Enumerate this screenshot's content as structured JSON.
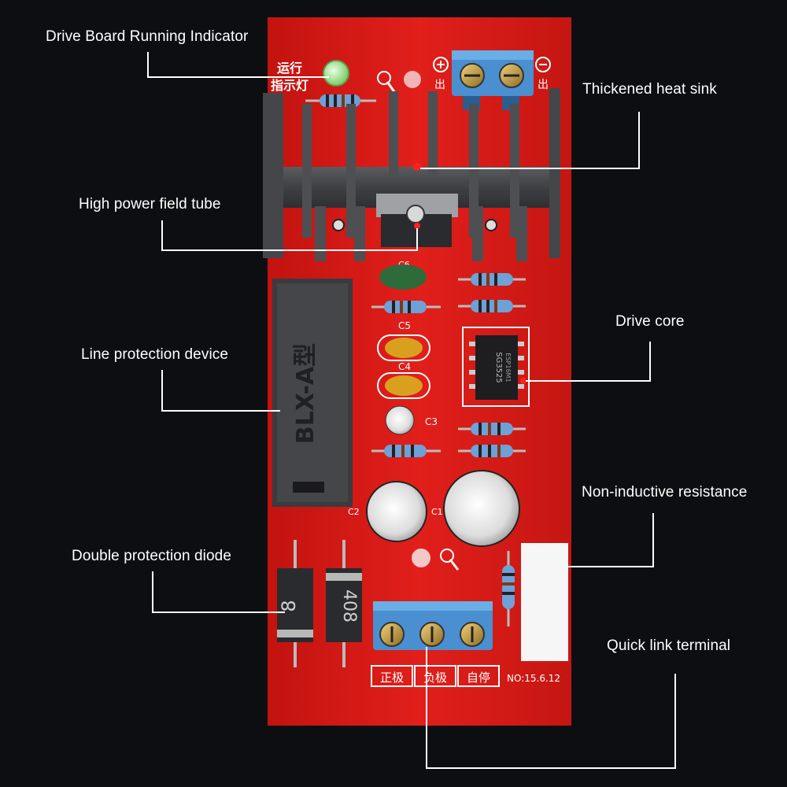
{
  "labels": {
    "drive_indicator": "Drive Board Running Indicator",
    "heat_sink": "Thickened heat sink",
    "field_tube": "High power field tube",
    "drive_core": "Drive core",
    "line_protection": "Line protection device",
    "non_inductive": "Non-inductive resistance",
    "double_diode": "Double protection diode",
    "quick_link": "Quick link terminal"
  },
  "board": {
    "indicator_cn_1": "运行",
    "indicator_cn_2": "指示灯",
    "plus_cn": "出",
    "minus_cn": "出",
    "protector_text": "BLX-A型",
    "cap_c5": "C5",
    "cap_c4": "C4",
    "cap_c3": "C3",
    "cap_c2": "C2",
    "cap_c1": "C1",
    "cap_c6": "C6",
    "chip_text_1": "SG3525",
    "chip_text_2": "ESP16M1",
    "diode_left": "8",
    "diode_right": "408",
    "term_pos": "正极",
    "term_neg": "负极",
    "term_self": "自停",
    "version": "NO:15.6.12"
  },
  "colors": {
    "background": "#0d0e12",
    "board": "#d81a1a",
    "leader_line": "#ffffff"
  }
}
